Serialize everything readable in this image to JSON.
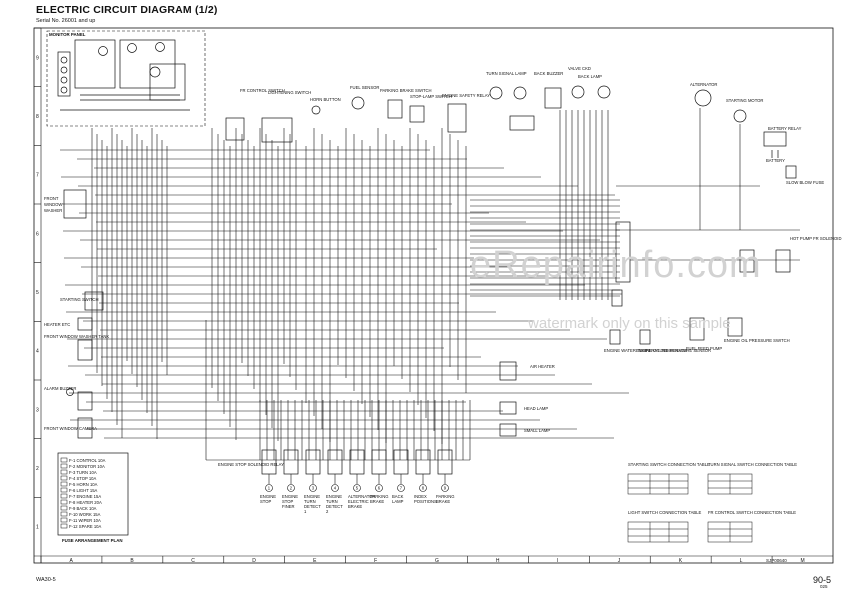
{
  "header": {
    "title": "ELECTRIC CIRCUIT DIAGRAM (1/2)",
    "serial": "Serial No. 26001 and up"
  },
  "footer": {
    "left": "WA30-5",
    "page": "90-5",
    "page_sub": "025",
    "ref_code": "SJP00640"
  },
  "watermark": {
    "main": "eRepairinfo.com",
    "sub": "watermark only on this sample"
  },
  "grid": {
    "columns": [
      "A",
      "B",
      "C",
      "D",
      "E",
      "F",
      "G",
      "H",
      "I",
      "J",
      "K",
      "L",
      "M"
    ],
    "rows": [
      "9",
      "8",
      "7",
      "6",
      "5",
      "4",
      "3",
      "2",
      "1"
    ]
  },
  "labels": {
    "monitor_panel": "MONITOR PANEL",
    "fr_control_switch": "FR CONTROL SWITCH",
    "lightening_switch": "LIGHTENING SWITCH",
    "horn_button": "HORN BUTTON",
    "fuel_sensor": "FUEL SENSOR",
    "parking_brake_switch": "PARKING BRAKE SWITCH",
    "stop_lamp_switch": "STOP-LAMP SWITCH",
    "engine_safety_relay": "ENGINE SAFETY RELAY",
    "turn_signal_lamp": "TURN SIGNAL LAMP",
    "back_buzzer": "BACK BUZZER",
    "valve_ckd": "VALVE CKD",
    "back_lamp": "BACK LAMP",
    "alternator": "ALTERNATOR",
    "starting_motor": "STARTING MOTOR",
    "battery_relay": "BATTERY RELAY",
    "battery": "BATTERY",
    "slow_blow_fuse": "SLOW BLOW FUSE",
    "hot_pump_fr_solenoid": "HOT PUMP FR SOLENOID",
    "starting_switch": "STARTING SWITCH",
    "heater_etc": "HEATER ETC",
    "front_window_washer": "FRONT WINDOW WASHER TANK",
    "alarm_buzzer": "ALARM BUZZER",
    "air_heater": "AIR HEATER",
    "head_lamp": "HEAD LAMP",
    "small_lamp": "SMALL LAMP",
    "engine_stop_solenoid_relay": "ENGINE STOP SOLENOID RELAY",
    "fuse_arrangement_plan": "FUSE ARRANGEMENT PLAN",
    "starting_switch_table": "STARTING SWITCH CONNECTION TABLE",
    "turn_signal_table": "TURN SIGNAL SWITCH CONNECTION TABLE",
    "light_switch_table": "LIGHT SWITCH CONNECTION TABLE",
    "fr_control_table": "FR CONTROL SWITCH CONNECTION TABLE",
    "fuel_feed_pump": "FUEL FEED PUMP",
    "engine_water_temp": "ENGINE WATER TEMPERATURE SENSOR",
    "engine_oil_temp": "ENGINE OIL TEMPERATURE SENSOR",
    "engine_oil_pressure": "ENGINE OIL PRESSURE SWITCH"
  },
  "bottom_components": [
    {
      "num": "1",
      "label": "ENGINE STOP"
    },
    {
      "num": "2",
      "label": "ENGINE STOP FINER"
    },
    {
      "num": "3",
      "label": "ENGINE TURN DETECT 1"
    },
    {
      "num": "4",
      "label": "ENGINE TURN DETECT 2"
    },
    {
      "num": "5",
      "label": "ALTERNATOR ELECTRIC BRAKE"
    },
    {
      "num": "6",
      "label": "PARKING BRAKE"
    },
    {
      "num": "7",
      "label": "BACK LAMP"
    },
    {
      "num": "8",
      "label": "INDEX POSITIONS"
    },
    {
      "num": "9",
      "label": "PARKING BRAKE"
    }
  ],
  "fuse_box": {
    "items": [
      "F-1 CONTROL 10A",
      "F-2 MONITOR 10A",
      "F-3 TURN 10A",
      "F-4 STOP 10A",
      "F-5 HORN 10A",
      "F-6 LIGHT 15A",
      "F-7 ENGINE 15A",
      "F-8 HEATER 20A",
      "F-9 BACK 10A",
      "F-10 WORK 15A",
      "F-11 WIPER 10A",
      "F-12 SPARE 10A"
    ]
  }
}
